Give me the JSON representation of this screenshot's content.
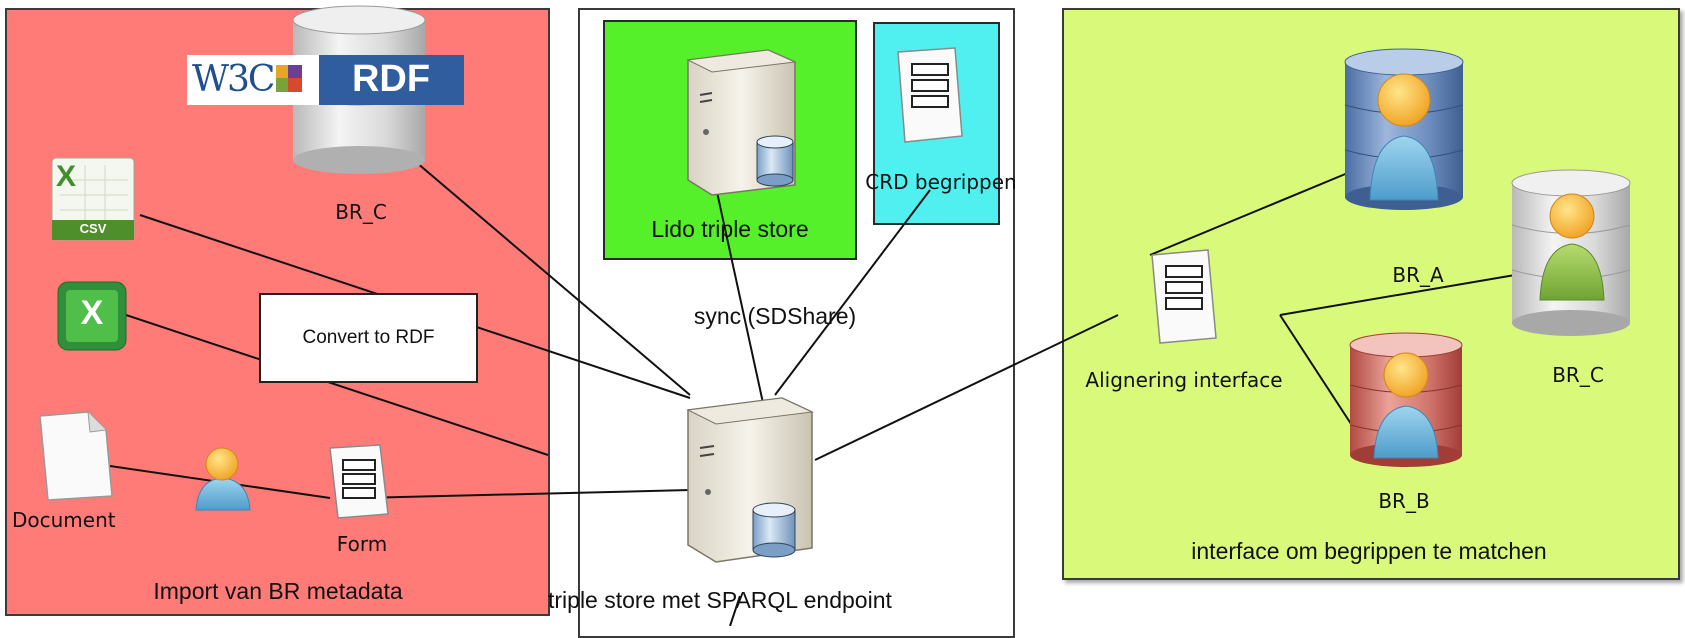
{
  "panels": {
    "left": {
      "title": "Import van BR metadata"
    },
    "center": {
      "title": "triple store met SPARQL endpoint",
      "sync_label": "sync (SDShare)"
    },
    "right": {
      "title": "interface om begrippen te matchen"
    }
  },
  "lido": {
    "label": "Lido triple store"
  },
  "crd": {
    "label": "CRD begrippen"
  },
  "convert": {
    "label": "Convert to RDF"
  },
  "logos": {
    "w3c": "W3C",
    "rdf": "RDF",
    "csv": "CSV",
    "excel_mark": "X"
  },
  "left_items": {
    "br_c": "BR_C",
    "document": "Document",
    "form": "Form"
  },
  "right_items": {
    "br_a": "BR_A",
    "br_b": "BR_B",
    "br_c": "BR_C",
    "alignering": "Alignering interface"
  },
  "colors": {
    "left_bg": "#ff7b78",
    "right_bg": "#d9f97a",
    "lido_bg": "#55f02a",
    "crd_bg": "#4ff0ef",
    "rdf_blue": "#2f5d9d"
  }
}
